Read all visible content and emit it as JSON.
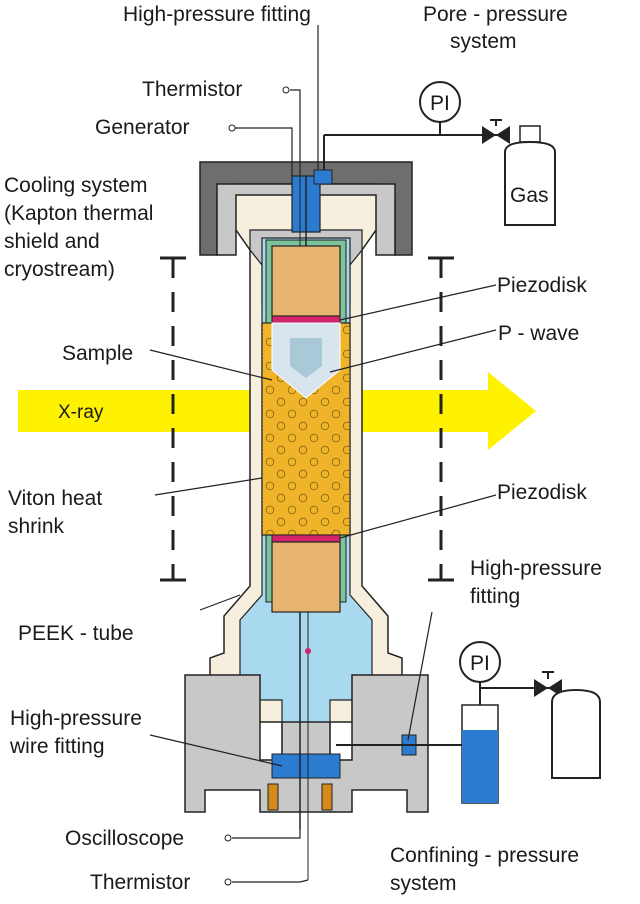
{
  "labels": {
    "hp_fitting_top": "High-pressure fitting",
    "pore_line1": "Pore - pressure",
    "pore_line2": "system",
    "thermistor_top": "Thermistor",
    "generator": "Generator",
    "cooling_line1": "Cooling system",
    "cooling_line2": "(Kapton thermal",
    "cooling_line3": "shield and",
    "cooling_line4": "cryostream)",
    "gas": "Gas",
    "pi_top": "PI",
    "piezodisk_top": "Piezodisk",
    "pwave": "P - wave",
    "sample": "Sample",
    "xray": "X-ray",
    "viton_line1": "Viton heat",
    "viton_line2": "shrink",
    "piezodisk_bottom": "Piezodisk",
    "hp_fitting_right_line1": "High-pressure",
    "hp_fitting_right_line2": "fitting",
    "peek": "PEEK - tube",
    "pi_bottom": "PI",
    "hp_wire_line1": "High-pressure",
    "hp_wire_line2": "wire fitting",
    "oscilloscope": "Oscilloscope",
    "confining_line1": "Confining - pressure",
    "confining_line2": "system",
    "thermistor_bottom": "Thermistor"
  },
  "colors": {
    "peek_tube": "#f6efdd",
    "steel": "#c8c8c8",
    "steel_dark": "#8c8c8c",
    "confining_fluid": "#a9d9ee",
    "sample": "#f0b42a",
    "piston": "#e8b570",
    "piezodisk": "#d4236b",
    "xray": "#fff200",
    "fitting_blue": "#2b7bd0",
    "jacket_green": "#7cc29a"
  }
}
